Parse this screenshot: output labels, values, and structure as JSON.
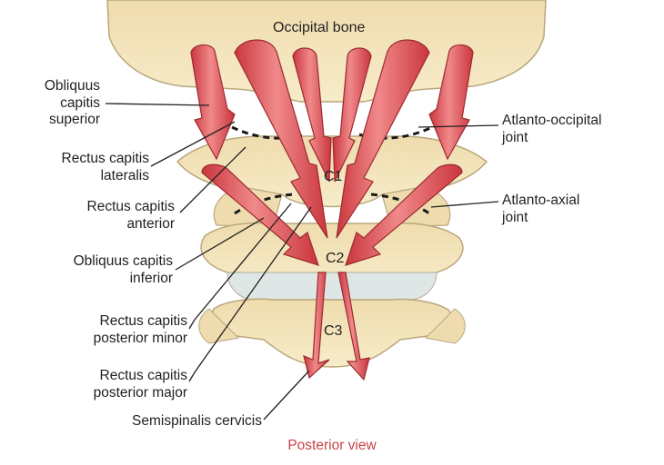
{
  "labels": {
    "occipital_bone": "Occipital bone",
    "c1": "C1",
    "c2": "C2",
    "c3": "C3",
    "obliquus_superior": [
      "Obliquus",
      "capitis",
      "superior"
    ],
    "rectus_lateralis": [
      "Rectus capitis",
      "lateralis"
    ],
    "rectus_anterior": [
      "Rectus capitis",
      "anterior"
    ],
    "obliquus_inferior": [
      "Obliquus capitis",
      "inferior"
    ],
    "rectus_posterior_minor": [
      "Rectus capitis",
      "posterior minor"
    ],
    "rectus_posterior_major": [
      "Rectus capitis",
      "posterior major"
    ],
    "semispinalis": [
      "Semispinalis cervicis"
    ],
    "atlanto_occipital": [
      "Atlanto-occipital",
      "joint"
    ],
    "atlanto_axial": [
      "Atlanto-axial",
      "joint"
    ],
    "view": "Posterior view"
  },
  "colors": {
    "bone": "#f4e6bd",
    "bone_edge": "#b9a77d",
    "muscle": "#e0545a",
    "muscle_light": "#f08c8c",
    "muscle_edge": "#9b2a2f",
    "caption": "#c8424a",
    "text": "#231f20"
  }
}
